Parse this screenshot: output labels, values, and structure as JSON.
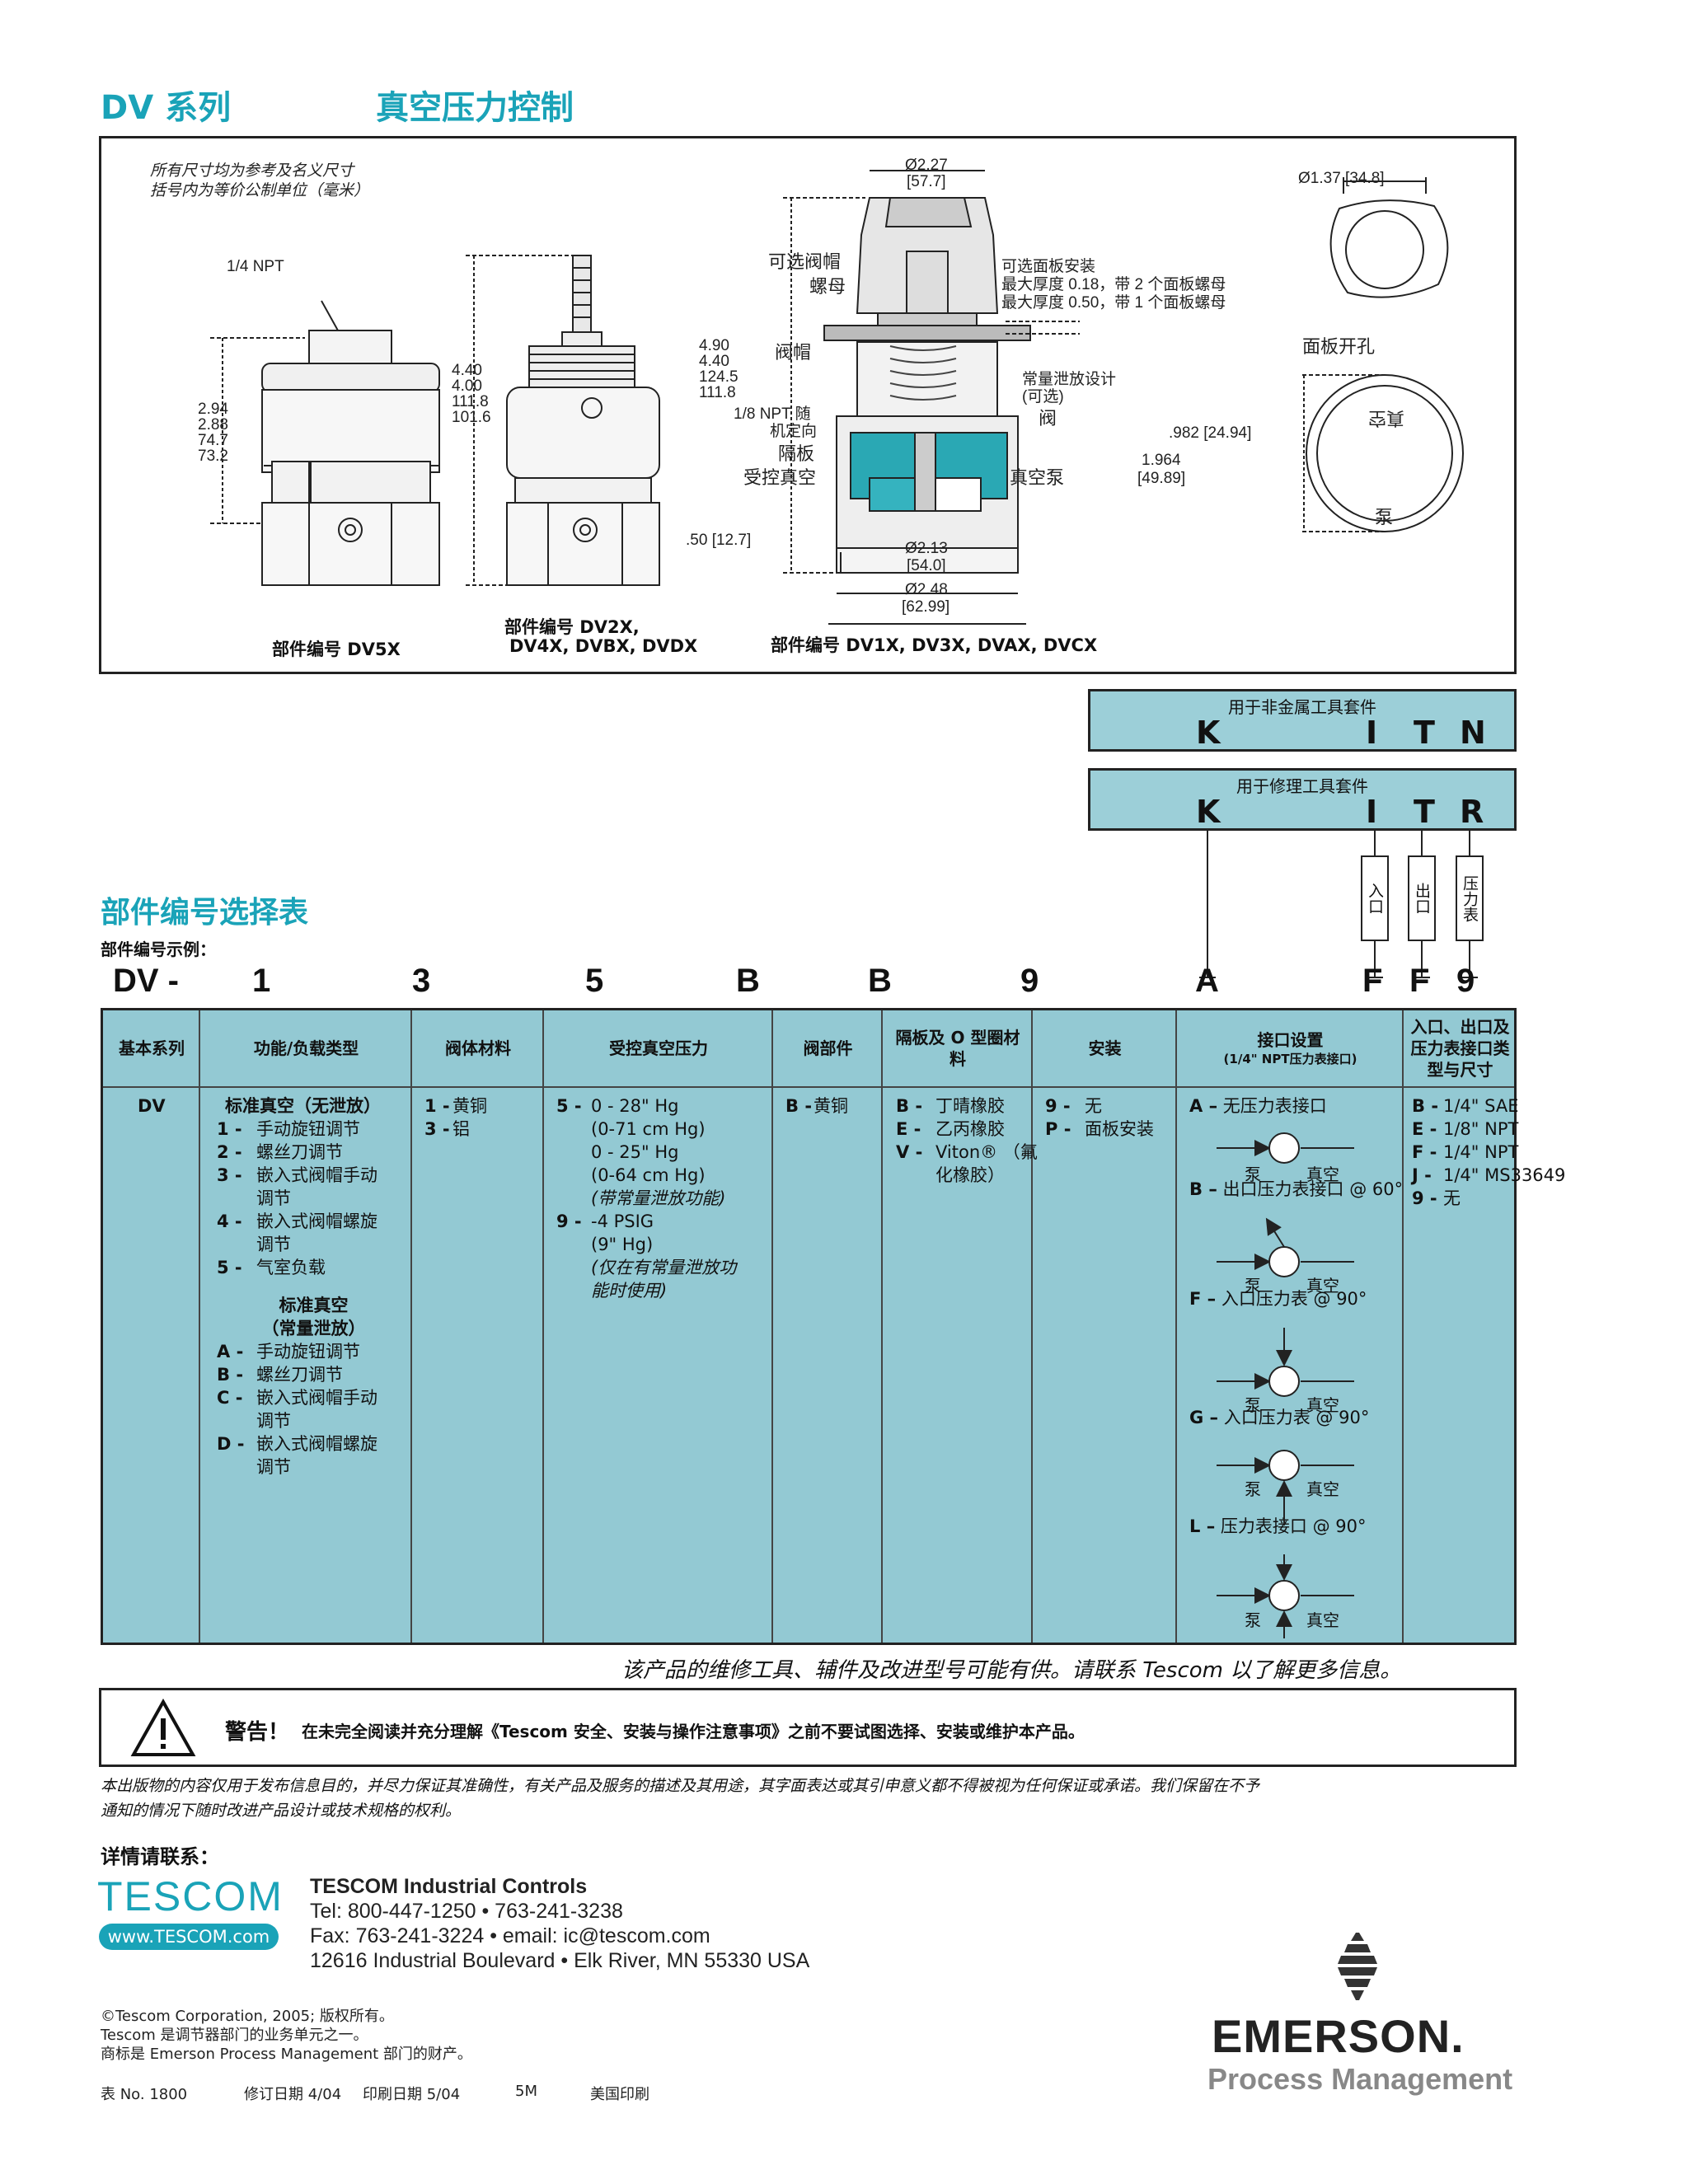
{
  "header": {
    "series": "DV 系列",
    "title": "真空压力控制"
  },
  "diagram": {
    "note1": "所有尺寸均为参考及名义尺寸",
    "note2": "括号内为等价公制单位（毫米）",
    "npt14": "1/4 NPT",
    "dv5x_h": [
      "2.94",
      "2.88",
      "74.7",
      "73.2"
    ],
    "dv2x_h": [
      "4.40",
      "4.00",
      "111.8",
      "101.6"
    ],
    "dv1x_h": [
      "4.90",
      "4.40",
      "124.5",
      "111.8"
    ],
    "top_dia": "Ø2.27",
    "top_dia_mm": "[57.7]",
    "cap_nut": "可选阀帽",
    "cap_nut2": "螺母",
    "bonnet": "阀帽",
    "panel1": "可选面板安装",
    "panel2": "最大厚度  0.18，带  2  个面板螺母",
    "panel3": "最大厚度  0.50，带  1  个面板螺母",
    "bleed1": "常量泄放设计",
    "bleed2": "(可选)",
    "valve": "阀",
    "npt18a": "1/8 NPT  随",
    "npt18b": "机定向",
    "diaphragm": "隔板",
    "controlled": "受控真空",
    "pump": "真空泵",
    "base_h": ".50 [12.7]",
    "dia213": "Ø2.13",
    "dia213mm": "[54.0]",
    "dia248": "Ø2.48",
    "dia248mm": "[62.99]",
    "cut_dia": "Ø1.37 [34.8]",
    "cutout": "面板开孔",
    "d982": ".982 [24.94]",
    "d1964": "1.964",
    "d1964mm": "[49.89]",
    "gauge_vac": "真空",
    "gauge_pump": "泵",
    "cap_dv5x": "部件编号  DV5X",
    "cap_dv2x_1": "部件编号  DV2X,",
    "cap_dv2x_2": "DV4X, DVBX, DVDX",
    "cap_dv1x": "部件编号  DV1X, DV3X, DVAX, DVCX"
  },
  "kits": {
    "nonmetal_title": "用于非金属工具套件",
    "nonmetal": [
      "K",
      "I",
      "T",
      "N"
    ],
    "repair_title": "用于修理工具套件",
    "repair": [
      "K",
      "I",
      "T",
      "R"
    ],
    "inlet": "入口",
    "outlet": "出口",
    "gauge": "压力表"
  },
  "selection": {
    "title": "部件编号选择表",
    "subtitle": "部件编号示例：",
    "example": [
      "DV -",
      "1",
      "3",
      "5",
      "B",
      "B",
      "9",
      "A",
      "F",
      "F",
      "9"
    ],
    "headers": [
      "基本系列",
      "功能/负载类型",
      "阀体材料",
      "受控真空压力",
      "阀部件",
      "隔板及  O  型圈材料",
      "安装",
      "接口设置",
      "(1/4\" NPT压力表接口)",
      "入口、出口及压力表接口类型与尺寸"
    ],
    "series": "DV",
    "func_h1": "标准真空（无泄放）",
    "func1": [
      [
        "1 -",
        "手动旋钮调节"
      ],
      [
        "2 -",
        "螺丝刀调节"
      ],
      [
        "3 -",
        "嵌入式阀帽手动"
      ],
      [
        "",
        "调节"
      ],
      [
        "4 -",
        "嵌入式阀帽螺旋"
      ],
      [
        "",
        "调节"
      ],
      [
        "5 -",
        "气室负载"
      ]
    ],
    "func_h2a": "标准真空",
    "func_h2b": "（常量泄放）",
    "func2": [
      [
        "A -",
        "手动旋钮调节"
      ],
      [
        "B -",
        "螺丝刀调节"
      ],
      [
        "C -",
        "嵌入式阀帽手动"
      ],
      [
        "",
        "调节"
      ],
      [
        "D -",
        "嵌入式阀帽螺旋"
      ],
      [
        "",
        "调节"
      ]
    ],
    "body": [
      [
        "1 -",
        "黄铜"
      ],
      [
        "3 -",
        "铝"
      ]
    ],
    "press": {
      "c5": "5 -",
      "l1": "0 - 28\" Hg",
      "l2": "(0-71 cm Hg)",
      "l3": "0 - 25\" Hg",
      "l4": "(0-64 cm Hg)",
      "l5": "(带常量泄放功能)",
      "c9": "9 -",
      "l6": "-4 PSIG",
      "l7": "(9\" Hg)",
      "l8": "(仅在有常量泄放功",
      "l9": "能时使用)"
    },
    "trim": [
      [
        "B -",
        "黄铜"
      ]
    ],
    "seal": [
      [
        "B -",
        "丁晴橡胶"
      ],
      [
        "E -",
        "乙丙橡胶"
      ],
      [
        "V -",
        "Viton® （氟"
      ],
      [
        "",
        "化橡胶）"
      ]
    ],
    "mount": [
      [
        "9 -",
        "无"
      ],
      [
        "P -",
        "面板安装"
      ]
    ],
    "ports": [
      {
        "c": "A –",
        "t": "无压力表接口"
      },
      {
        "c": "B –",
        "t": "出口压力表接口 @ 60°"
      },
      {
        "c": "F –",
        "t": "入口压力表 @ 90°"
      },
      {
        "c": "G –",
        "t": "入口压力表 @ 90°"
      },
      {
        "c": "L –",
        "t": "压力表接口 @ 90°"
      }
    ],
    "port_pump": "泵",
    "port_vac": "真空",
    "conn": [
      [
        "B -",
        "1/4\" SAE"
      ],
      [
        "E -",
        "1/8\" NPT"
      ],
      [
        "F -",
        "1/4\" NPT"
      ],
      [
        "J -",
        "1/4\" MS33649"
      ],
      [
        "9 -",
        "无"
      ]
    ]
  },
  "footer": {
    "service": "该产品的维修工具、辅件及改进型号可能有供。请联系  Tescom  以了解更多信息。",
    "warn_label": "警告！",
    "warn_text": "在未完全阅读并充分理解《Tescom  安全、安装与操作注意事项》之前不要试图选择、安装或维护本产品。",
    "disclaimer1": "本出版物的内容仅用于发布信息目的，并尽力保证其准确性，有关产品及服务的描述及其用途，其字面表达或其引申意义都不得被视为任何保证或承诺。我们保留在不予",
    "disclaimer2": "通知的情况下随时改进产品设计或技术规格的权利。",
    "contact_h": "详情请联系：",
    "logo": "TESCOM",
    "url": "www.TESCOM.com",
    "company": "TESCOM Industrial Controls",
    "tel": "Tel: 800-447-1250  •  763-241-3238",
    "fax": "Fax: 763-241-3224  •  email: ic@tescom.com",
    "addr": "12616 Industrial Boulevard  •  Elk River, MN 55330 USA",
    "copy1": "©Tescom Corporation, 2005; 版权所有。",
    "copy2": "Tescom  是调节器部门的业务单元之一。",
    "copy3": "商标是  Emerson Process Management  部门的财产。",
    "form": "表 No. 1800",
    "rev": "修订日期 4/04",
    "print": "印刷日期 5/04",
    "qty": "5M",
    "made": "美国印刷",
    "emerson": "EMERSON.",
    "pm": "Process Management"
  }
}
